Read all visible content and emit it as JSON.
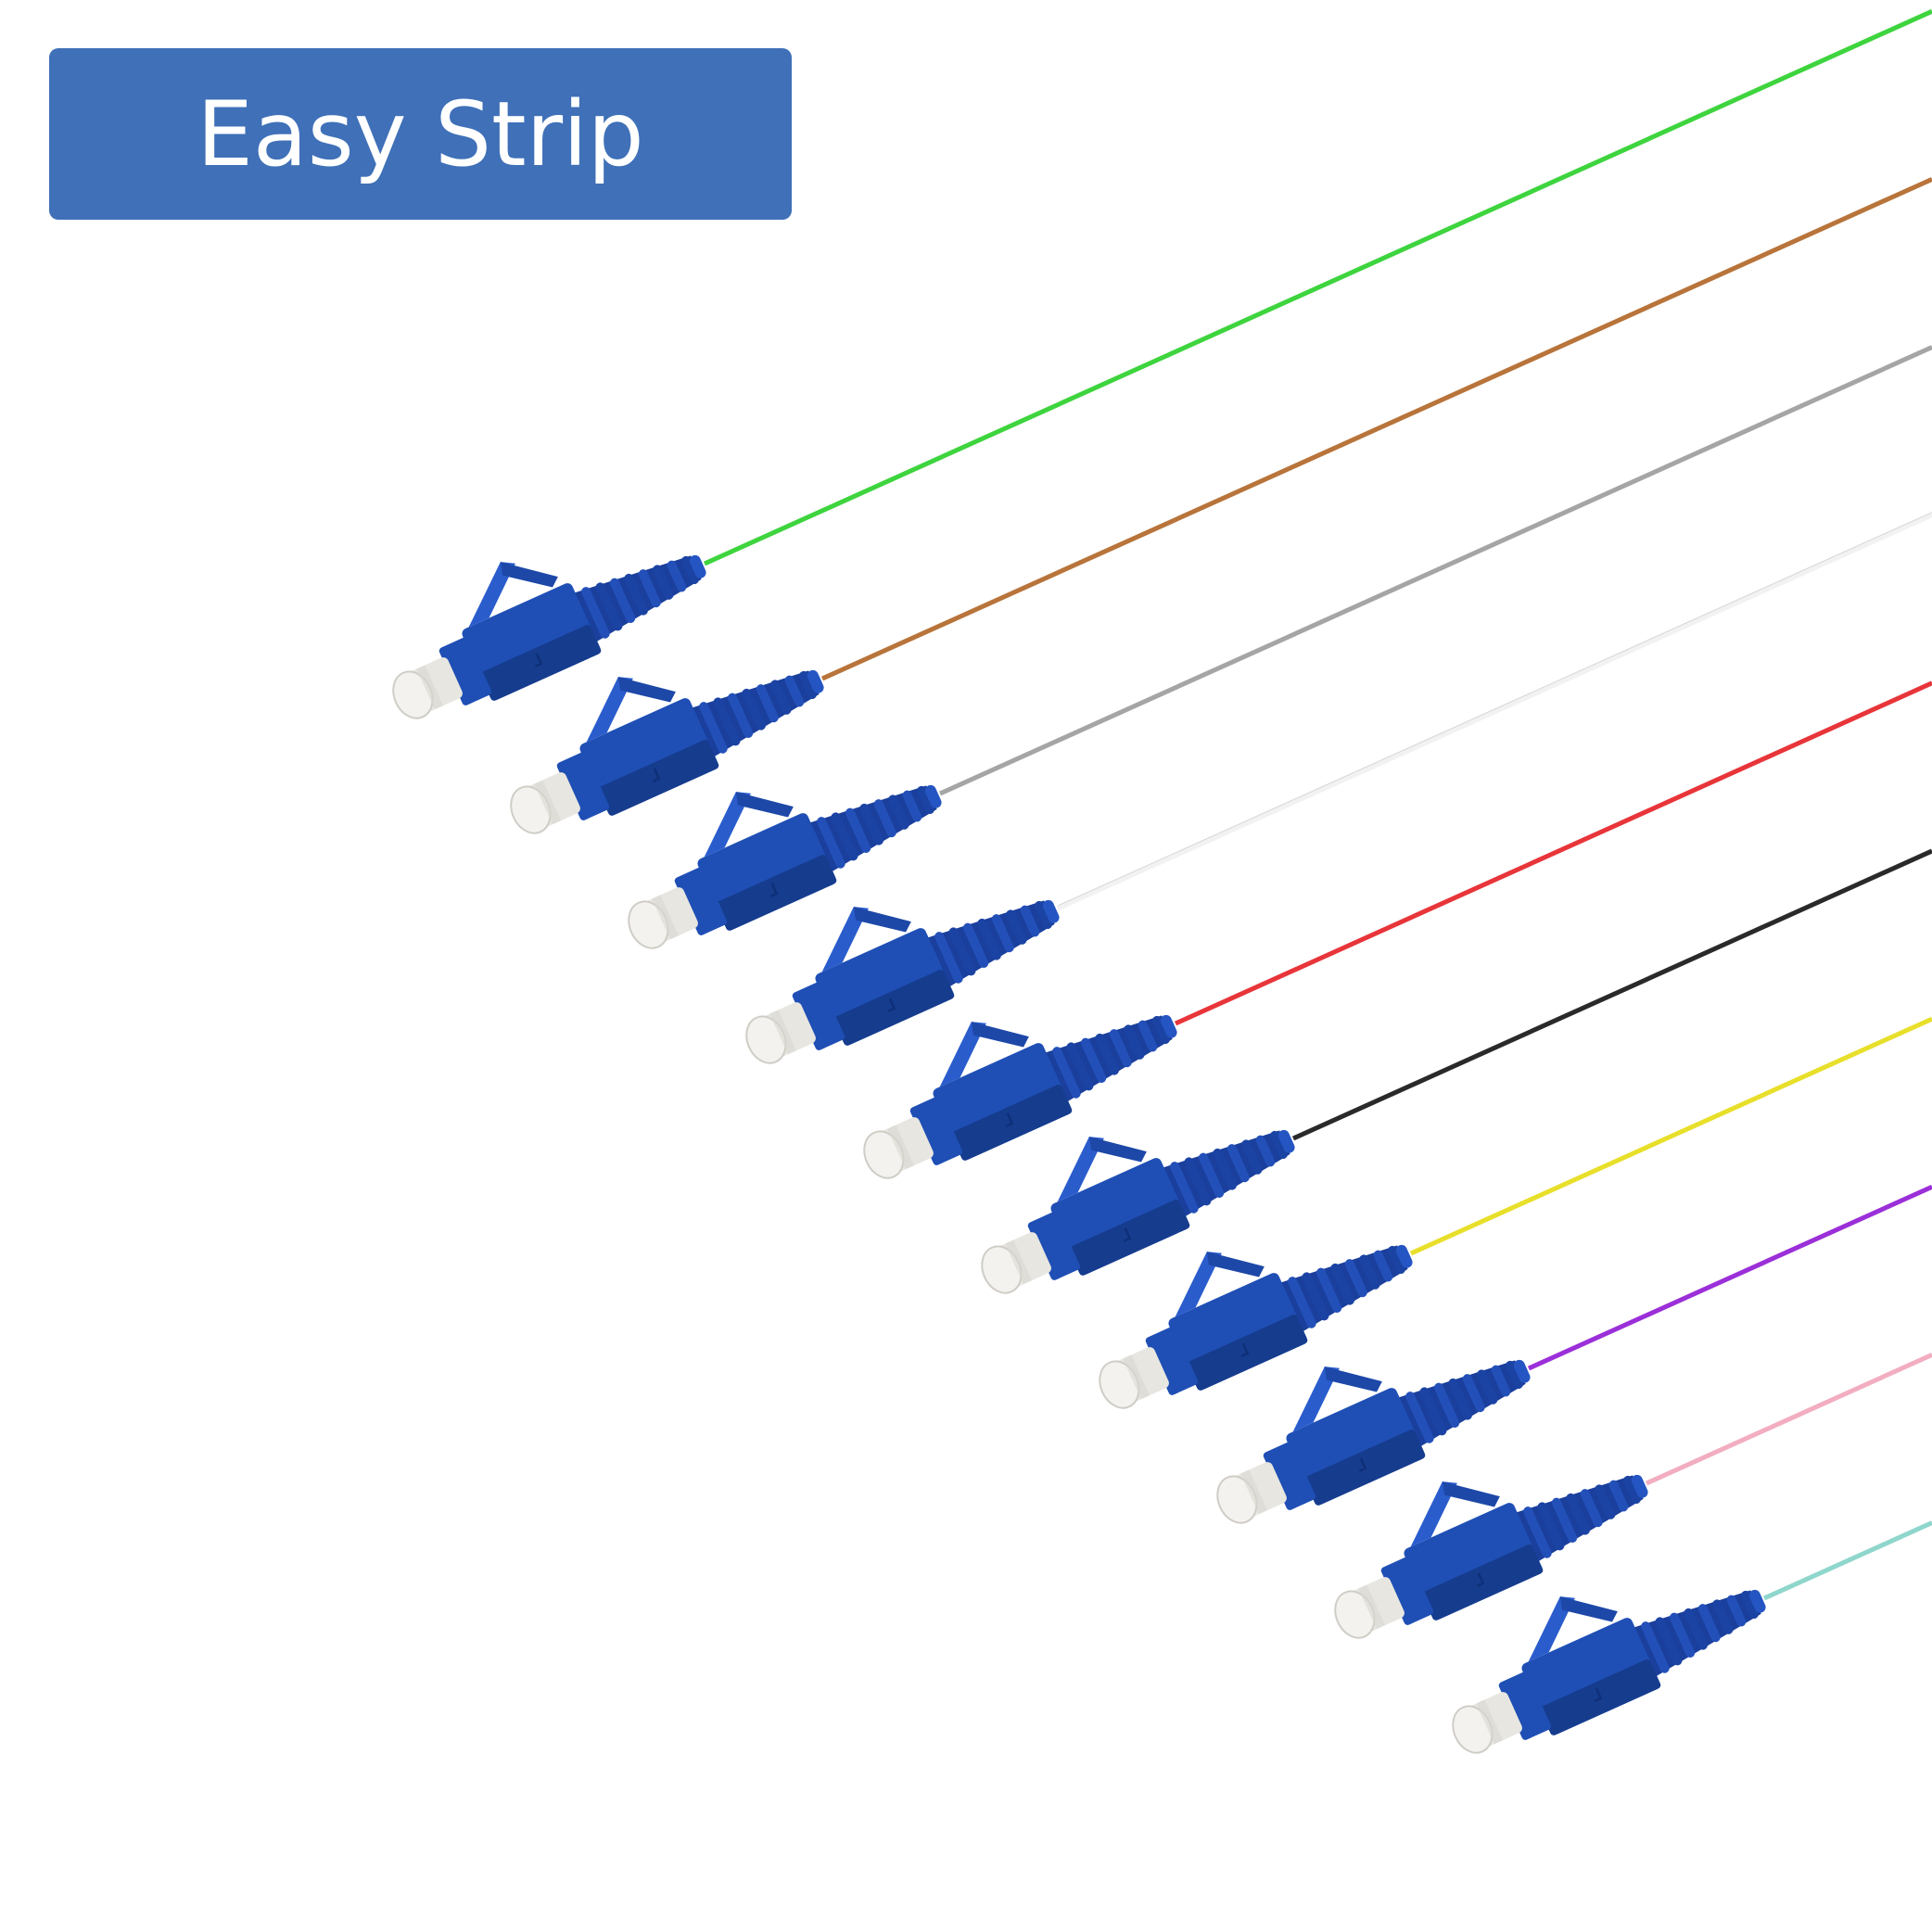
{
  "badge": {
    "label": "Easy Strip",
    "color": "#3f70b8"
  },
  "connector_colors": {
    "body": "#1f4fb5",
    "body_dark": "#163c8e",
    "boot": "#1a3f9c",
    "ferrule": "#e8e6e0"
  },
  "fibers": [
    {
      "color": "#3ed43e",
      "name": "green"
    },
    {
      "color": "#b8743a",
      "name": "brown"
    },
    {
      "color": "#a5a5a5",
      "name": "gray"
    },
    {
      "color": "#f2f2f2",
      "name": "white"
    },
    {
      "color": "#e8353a",
      "name": "red"
    },
    {
      "color": "#2a2a2a",
      "name": "black"
    },
    {
      "color": "#e8df2a",
      "name": "yellow"
    },
    {
      "color": "#9b2fd8",
      "name": "violet"
    },
    {
      "color": "#f2aec0",
      "name": "pink"
    },
    {
      "color": "#8fd6cc",
      "name": "aqua"
    }
  ]
}
